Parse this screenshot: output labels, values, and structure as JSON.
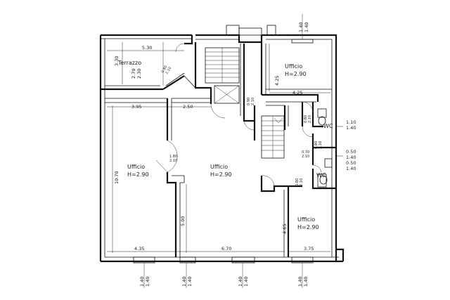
{
  "rooms": {
    "terrazzo": "Terrazzo",
    "ufficio_top_right": {
      "name": "Ufficio",
      "height": "H=2.90"
    },
    "ufficio_left": {
      "name": "Ufficio",
      "height": "H=2.90"
    },
    "ufficio_center": {
      "name": "Ufficio",
      "height": "H=2.90"
    },
    "ufficio_bottom_right": {
      "name": "Ufficio",
      "height": "H=2.90"
    },
    "wc_1": "WC",
    "wc_2": "WC"
  },
  "dimensions": {
    "terrace_width": "5.30",
    "terrace_depth": "3.30",
    "terrace_h1": "2.70",
    "terrace_h2": "2.30",
    "diag_1": "0.80",
    "diag_2": "2.10",
    "top_right_depth": "4.25",
    "top_right_width": "4.25",
    "left_width": "3.95",
    "center_top": "2.50",
    "left_depth": "10.70",
    "door_left_1": "1.80",
    "door_left_2": "2.10",
    "center_depth": "5.00",
    "bottom_left": "4.35",
    "bottom_center": "6.70",
    "bottom_right": "3.75",
    "right_depth": "4.65",
    "door_stair_1": "0.90",
    "door_stair_2": "2.10",
    "door_top_1": "0.80",
    "door_top_2": "2.10",
    "door_mid_1": "0.70",
    "door_mid_2": "2.10",
    "door_wc_1": "0.80",
    "door_wc_2": "2.10",
    "door_low_1": "0.80",
    "door_low_2": "2.10",
    "wc1_w1": "1.10",
    "wc1_w2": "1.40",
    "wc2_w1": "0.50",
    "wc2_w2": "1.40",
    "wc2_w3": "0.50",
    "wc2_w4": "1.40",
    "top_window_1": "1.40",
    "top_window_2": "1.40",
    "win_b1_1": "1.40",
    "win_b1_2": "1.40",
    "win_b2_1": "1.40",
    "win_b2_2": "1.40",
    "win_b3_1": "1.40",
    "win_b3_2": "1.40",
    "win_b4_1": "1.40",
    "win_b4_2": "1.40"
  }
}
